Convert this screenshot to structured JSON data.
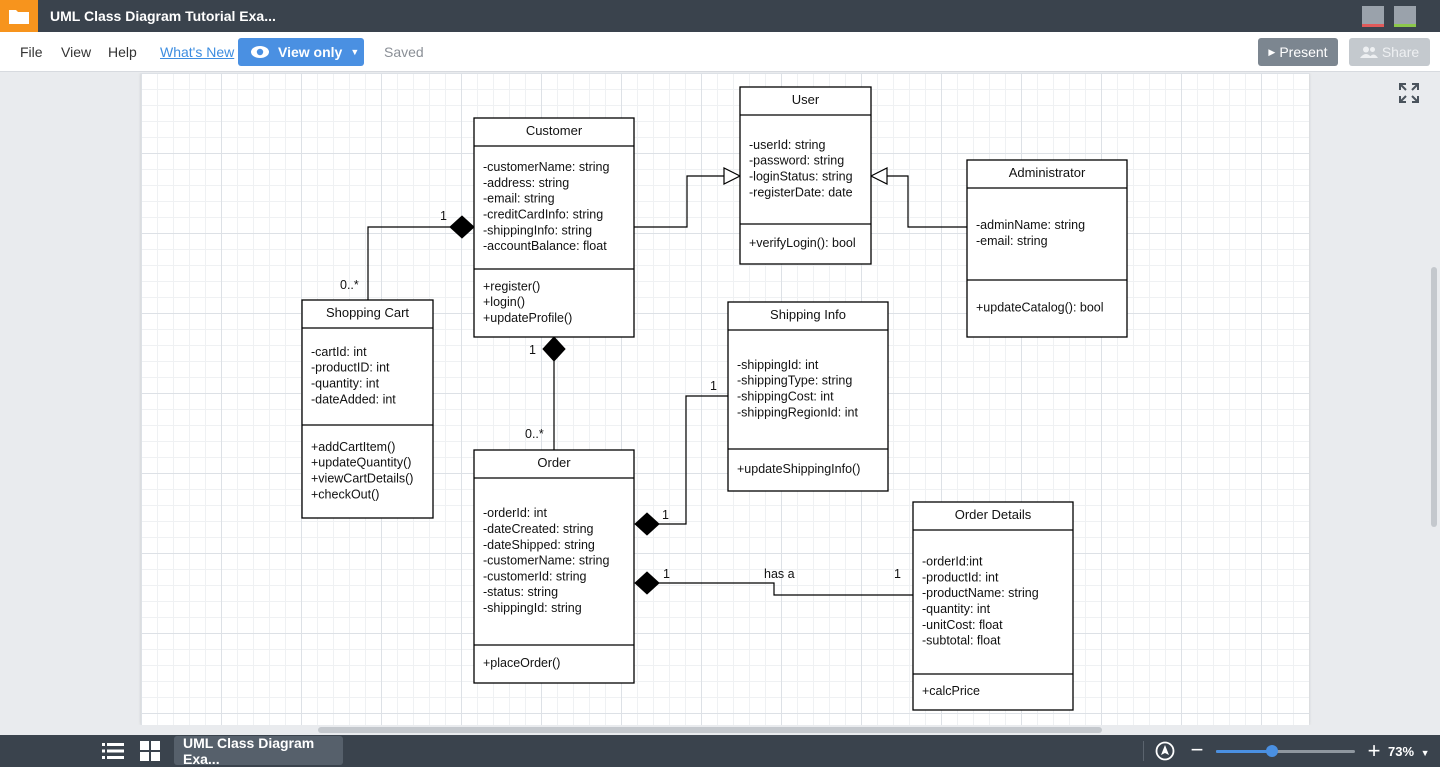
{
  "titlebar": {
    "title": "UML Class Diagram Tutorial Exa...",
    "colors": {
      "background": "#3a434d",
      "folder": "#f7941d"
    },
    "collaborators": [
      {
        "icon": "avatar-icon",
        "status_color": "#e05a5a"
      },
      {
        "icon": "avatar-icon",
        "status_color": "#8cc84b"
      }
    ]
  },
  "menu": {
    "file": "File",
    "view": "View",
    "help": "Help",
    "whats_new": "What's New",
    "view_only": "View only",
    "saved": "Saved",
    "present": "Present",
    "share": "Share"
  },
  "diagram": {
    "classes": [
      {
        "id": "customer",
        "name": "Customer",
        "attributes": [
          "-customerName: string",
          "-address: string",
          "-email: string",
          "-creditCardInfo: string",
          "-shippingInfo: string",
          "-accountBalance: float"
        ],
        "methods": [
          "+register()",
          "+login()",
          "+updateProfile()"
        ]
      },
      {
        "id": "user",
        "name": "User",
        "attributes": [
          "-userId: string",
          "-password: string",
          "-loginStatus: string",
          "-registerDate: date"
        ],
        "methods": [
          "+verifyLogin(): bool"
        ]
      },
      {
        "id": "administrator",
        "name": "Administrator",
        "attributes": [
          "-adminName: string",
          "-email: string"
        ],
        "methods": [
          "+updateCatalog(): bool"
        ]
      },
      {
        "id": "shopping_cart",
        "name": "Shopping Cart",
        "attributes": [
          "-cartId: int",
          "-productID: int",
          "-quantity: int",
          "-dateAdded: int"
        ],
        "methods": [
          "+addCartItem()",
          "+updateQuantity()",
          "+viewCartDetails()",
          "+checkOut()"
        ]
      },
      {
        "id": "shipping_info",
        "name": "Shipping Info",
        "attributes": [
          "-shippingId: int",
          "-shippingType: string",
          "-shippingCost: int",
          "-shippingRegionId: int"
        ],
        "methods": [
          "+updateShippingInfo()"
        ]
      },
      {
        "id": "order",
        "name": "Order",
        "attributes": [
          "-orderId: int",
          "-dateCreated: string",
          "-dateShipped: string",
          "-customerName: string",
          "-customerId: string",
          "-status: string",
          "-shippingId: string"
        ],
        "methods": [
          "+placeOrder()"
        ]
      },
      {
        "id": "order_details",
        "name": "Order Details",
        "attributes": [
          "-orderId:int",
          "-productId: int",
          "-productName: string",
          "-quantity: int",
          "-unitCost: float",
          "-subtotal: float"
        ],
        "methods": [
          "+calcPrice"
        ]
      }
    ],
    "relationships": [
      {
        "type": "generalization",
        "from": "customer",
        "to": "user"
      },
      {
        "type": "generalization",
        "from": "administrator",
        "to": "user"
      },
      {
        "type": "composition",
        "whole": "customer",
        "part": "shopping_cart",
        "whole_mult": "1",
        "part_mult": "0..*"
      },
      {
        "type": "composition",
        "whole": "customer",
        "part": "order",
        "whole_mult": "1",
        "part_mult": "0..*"
      },
      {
        "type": "composition",
        "whole": "order",
        "part": "shipping_info",
        "whole_mult": "1",
        "part_mult": "1"
      },
      {
        "type": "composition",
        "whole": "order",
        "part": "order_details",
        "whole_mult": "1",
        "part_mult": "1",
        "label": "has a"
      }
    ]
  },
  "bottombar": {
    "page_tab": "UML Class Diagram Exa...",
    "zoom_label": "73%",
    "zoom_slider": 0.4,
    "accent": "#4a90e2"
  }
}
